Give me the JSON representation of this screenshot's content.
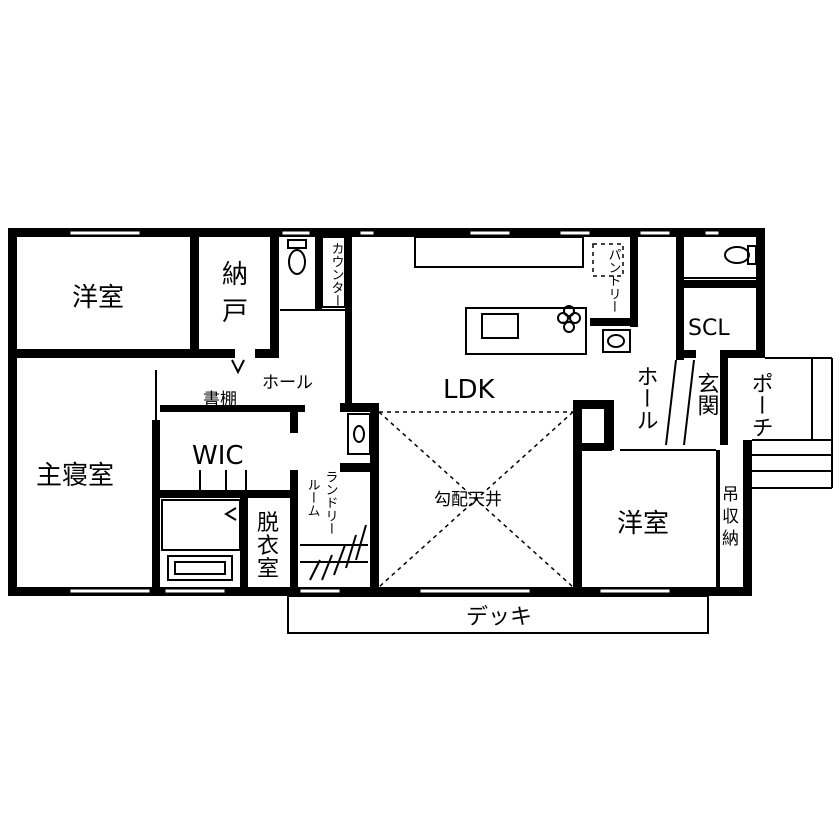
{
  "rooms": {
    "western_room_nw": "洋室",
    "storage_label_top": "納",
    "storage_label_bottom": "戸",
    "counter": "カウンター",
    "pantry": "パントリー",
    "hall_center": "ホール",
    "ldk": "LDK",
    "scl": "SCL",
    "hall_east": "ホール",
    "genkan": "玄関",
    "porch": "ポーチ",
    "bookshelf": "書棚",
    "master_bedroom": "主寝室",
    "wic": "WIC",
    "laundry_room_1": "ランドリー",
    "laundry_room_2": "ルーム",
    "dressing_room_1": "脱",
    "dressing_room_2": "衣",
    "dressing_room_3": "室",
    "vaulted_ceiling": "勾配天井",
    "western_room_se": "洋室",
    "hanging_storage_1": "吊",
    "hanging_storage_2": "収",
    "hanging_storage_3": "納",
    "deck": "デッキ"
  }
}
